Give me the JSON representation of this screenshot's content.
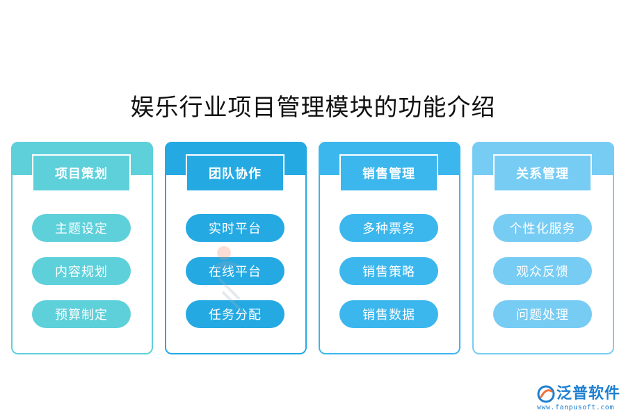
{
  "title": "娱乐行业项目管理模块的功能介绍",
  "modules": [
    {
      "header": "项目策划",
      "color": "#5ed0da",
      "items": [
        "主题设定",
        "内容规划",
        "预算制定"
      ]
    },
    {
      "header": "团队协作",
      "color": "#25a9e2",
      "items": [
        "实时平台",
        "在线平台",
        "任务分配"
      ]
    },
    {
      "header": "销售管理",
      "color": "#3bb7ee",
      "items": [
        "多种票务",
        "销售策略",
        "销售数据"
      ]
    },
    {
      "header": "关系管理",
      "color": "#77ccf4",
      "items": [
        "个性化服务",
        "观众反馈",
        "问题处理"
      ]
    }
  ],
  "brand": {
    "name": "泛普软件",
    "url": "www.fanpusoft.com",
    "logo_icon": "fanpu-logo-icon",
    "color": "#1e7fd0"
  }
}
